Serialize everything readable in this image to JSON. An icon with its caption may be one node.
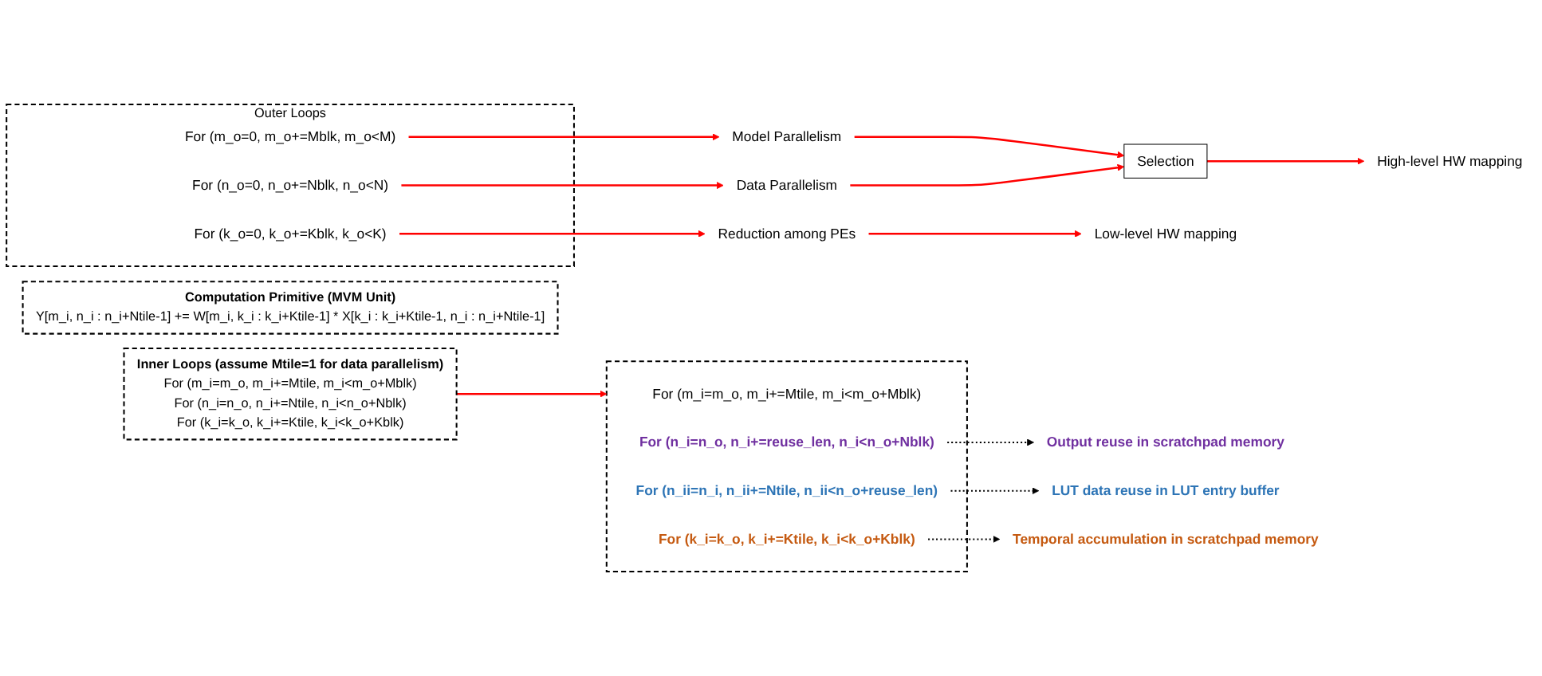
{
  "diagram": {
    "nodes": [
      {
        "text": [
          "Outer Loops"
        ]
      },
      {
        "text": [
          "For (m_o=0, m_o+=Mblk, m_o<M)"
        ],
        "in": 0
      },
      {
        "text": [
          "For (n_o=0, n_o+=Nblk, n_o<N)"
        ],
        "in": 0
      },
      {
        "text": [
          "For (k_o=0, k_o+=Kblk, k_o<K)"
        ],
        "in": 0
      },
      {
        "text": [
          "Model Parallelism"
        ]
      },
      {
        "text": [
          "Data Parallelism"
        ]
      },
      {
        "text": [
          "Reduction among PEs"
        ]
      },
      {
        "text": [
          "Selection"
        ]
      },
      {
        "text": [
          "High-level HW mapping"
        ]
      },
      {
        "text": [
          "Low-level HW mapping"
        ]
      },
      {
        "text": [
          "Output reuse in scratchpad memory"
        ]
      },
      {
        "text": [
          "Inner Loops (assume Mtile=1 for data parallelism)",
          "For (m_i=m_o, m_i+=Mtile, m_i<m_o+Mblk)",
          "For (n_i=n_o, n_i+=Ntile, n_i<n_o+Nblk)",
          "For (k_i=k_o, k_i+=Ktile, k_i<k_o+Kblk)"
        ]
      },
      {
        "text": [],
        "shape": "box"
      },
      {
        "text": [
          "For (m_i=m_o, m_i+=Mtile, m_i<m_o+Mblk)"
        ],
        "in": 12
      },
      {
        "text": [
          "For (n_i=n_o, n_i+=reuse_len, n_i<n_o+Nblk)"
        ],
        "in": 12
      },
      {
        "text": [
          "For (k_i=k_o, k_i+=Ktile, k_i<k_o+Kblk)"
        ],
        "in": 12
      },
      {
        "text": [
          "For (n_ii=n_i, n_ii+=Ntile, n_ii<n_o+reuse_len)"
        ],
        "in": 12
      },
      {
        "text": [
          "LUT data reuse in LUT entry buffer"
        ]
      },
      {
        "text": [
          "Computation Primitive (MVM Unit)",
          "Y[m_i, n_i : n_i+Ntile-1] += W[m_i, k_i : k_i+Ktile-1] * X[k_i : k_i+Ktile-1, n_i : n_i+Ntile-1]"
        ]
      },
      {
        "text": [
          "Temporal accumulation in scratchpad memory"
        ]
      }
    ],
    "edges": [
      {
        "from": 1,
        "to": 4,
        "arrow": "to"
      },
      {
        "from": 2,
        "to": 5,
        "arrow": "to"
      },
      {
        "from": 3,
        "to": 6,
        "arrow": "to"
      },
      {
        "from": 4,
        "to": 7,
        "arrow": "to"
      },
      {
        "from": 5,
        "to": 7,
        "arrow": "to"
      },
      {
        "from": 7,
        "to": 8,
        "arrow": "to"
      },
      {
        "from": 6,
        "to": 9,
        "arrow": "to"
      },
      {
        "from": 11,
        "to": 12,
        "arrow": "to"
      },
      {
        "from": 14,
        "to": 10,
        "arrow": "to",
        "style": "dashed",
        "color": "#000000"
      },
      {
        "from": 15,
        "to": 19,
        "arrow": "to",
        "style": "dashed",
        "color": "#000000"
      },
      {
        "from": 16,
        "to": 17,
        "arrow": "to",
        "style": "dashed",
        "color": "#000000"
      }
    ]
  }
}
